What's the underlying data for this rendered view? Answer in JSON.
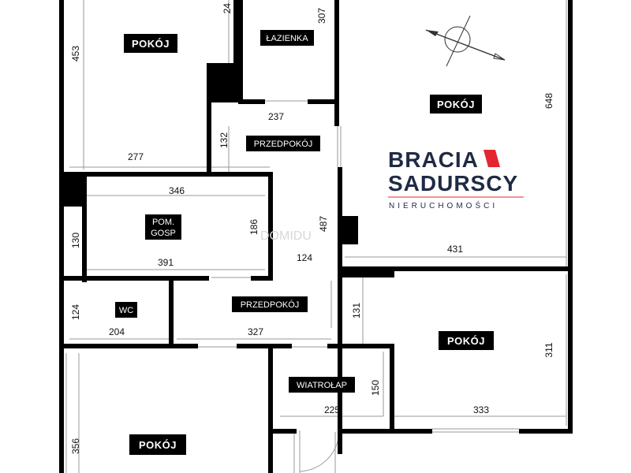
{
  "rooms": {
    "pokoj_top_left": "POKÓJ",
    "lazienka": "ŁAZIENKA",
    "pokoj_top_right": "POKÓJ",
    "przedpokoj_upper": "PRZEDPOKÓJ",
    "pom_gosp_line1": "POM.",
    "pom_gosp_line2": "GOSP",
    "wc": "WC",
    "przedpokoj_lower": "PRZEDPOKÓJ",
    "pokoj_right": "POKÓJ",
    "wiatrolap": "WIATROŁAP",
    "pokoj_bottom_left": "POKÓJ"
  },
  "dimensions": {
    "d24": "24",
    "d453": "453",
    "d307": "307",
    "d648": "648",
    "d237": "237",
    "d132": "132",
    "d277": "277",
    "d346": "346",
    "d130": "130",
    "d186": "186",
    "d487": "487",
    "d391": "391",
    "d124a": "124",
    "d431": "431",
    "d124b": "124",
    "d131": "131",
    "d204": "204",
    "d327": "327",
    "d311": "311",
    "d150": "150",
    "d225": "225",
    "d333": "333",
    "d356": "356"
  },
  "brand": {
    "line1": "BRACIA",
    "line2": "SADURSCY",
    "line3": "NIERUCHOMOŚCI",
    "accent_color": "#e3262f",
    "text_color": "#1f2a44"
  },
  "watermark": "DOMIDU"
}
